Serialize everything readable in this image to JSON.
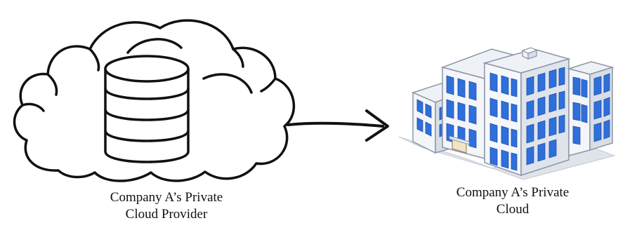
{
  "diagram": {
    "source": {
      "label_line1": "Company A’s Private",
      "label_line2": "Cloud Provider",
      "icon": "cloud-database-icon"
    },
    "target": {
      "label_line1": "Company A’s Private",
      "label_line2": "Cloud",
      "icon": "office-building-icon"
    },
    "connector": "arrow-right-icon",
    "colors": {
      "line": "#111111",
      "building_glass": "#2f6fdc",
      "building_wall": "#e6eaf2",
      "building_shadow": "#b7c0cf"
    }
  }
}
